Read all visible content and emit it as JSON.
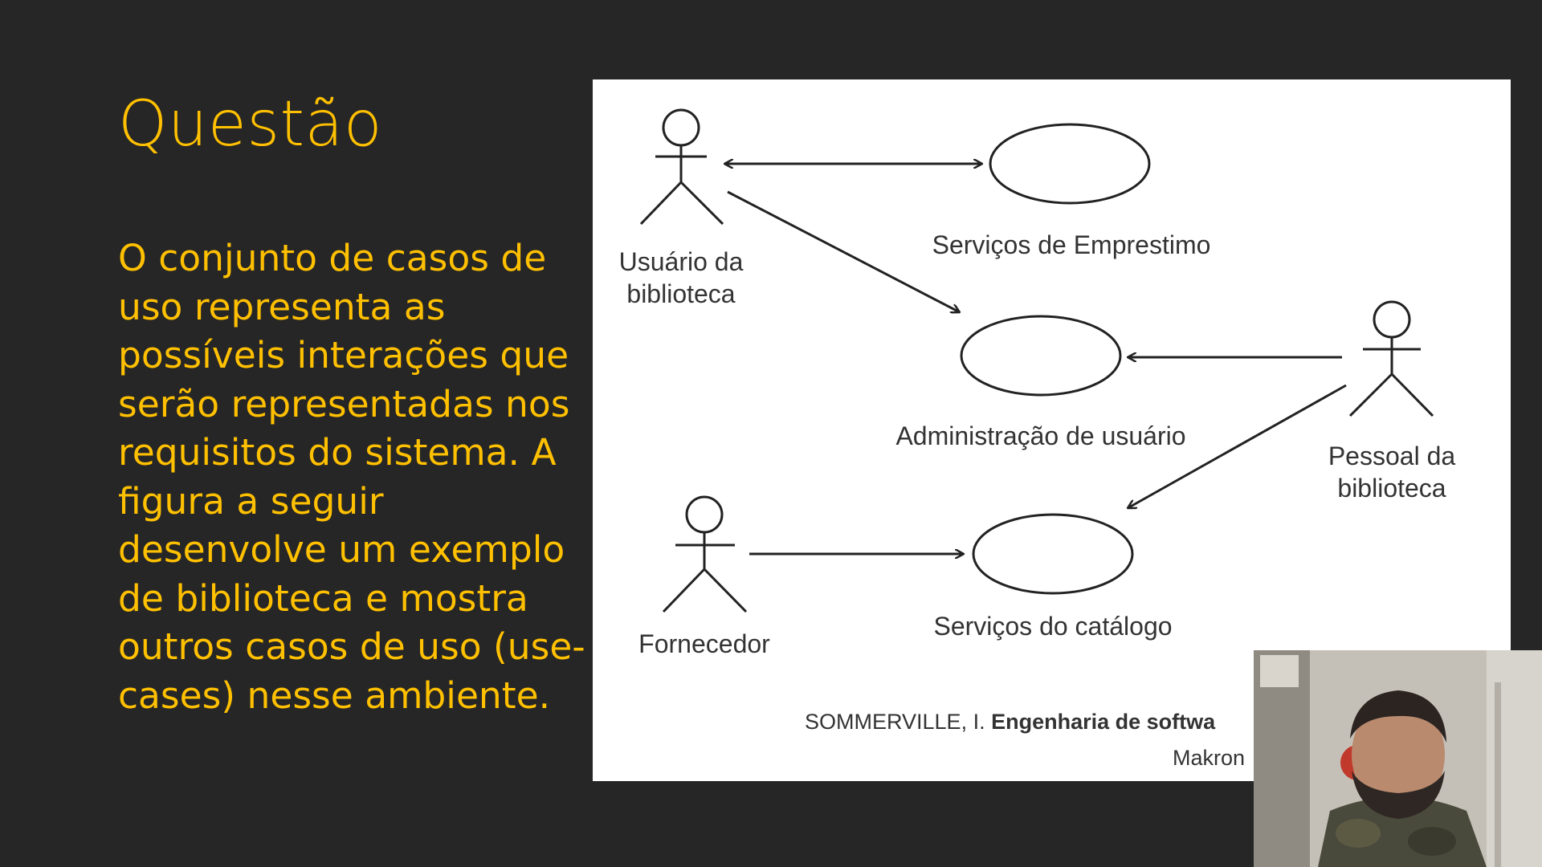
{
  "slide": {
    "title": "Questão",
    "body": "O conjunto de casos de\nuso representa as\npossíveis interações que\nserão representadas nos\nrequisitos do sistema. A\nfigura a seguir\ndesenvolve um exemplo\nde biblioteca e mostra\noutros casos de uso (use-\ncases) nesse ambiente."
  },
  "diagram": {
    "actors": {
      "library_user": [
        "Usuário da",
        "biblioteca"
      ],
      "library_staff": [
        "Pessoal da",
        "biblioteca"
      ],
      "supplier": [
        "Fornecedor"
      ]
    },
    "use_cases": {
      "lending": "Serviços de Emprestimo",
      "user_admin": "Administração de usuário",
      "catalog": "Serviços do catálogo"
    },
    "citation": {
      "author": "SOMMERVILLE, I.",
      "title_fragment": "Engenharia de softwa",
      "publisher_fragment": "Makron"
    }
  },
  "colors": {
    "background": "#262626",
    "text_accent": "#ffc000",
    "figure_bg": "#ffffff",
    "line": "#222222"
  }
}
